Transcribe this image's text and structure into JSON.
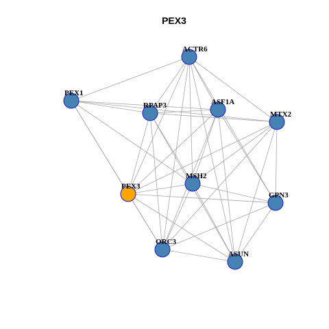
{
  "title": "PEX3",
  "colors": {
    "node_default": "#4682b4",
    "node_focus": "#ffa500",
    "node_border": "#1a1ac8",
    "edge": "#a6a6a6"
  },
  "nodes": [
    {
      "id": "ACTR6",
      "label": "ACTR6",
      "focus": false
    },
    {
      "id": "PEX1",
      "label": "PEX1",
      "focus": false
    },
    {
      "id": "RPAP3",
      "label": "RPAP3",
      "focus": false
    },
    {
      "id": "ASF1A",
      "label": "ASF1A",
      "focus": false
    },
    {
      "id": "MTX2",
      "label": "MTX2",
      "focus": false
    },
    {
      "id": "PEX3",
      "label": "PEX3",
      "focus": true
    },
    {
      "id": "MSH2",
      "label": "MSH2",
      "focus": false
    },
    {
      "id": "GPN3",
      "label": "GPN3",
      "focus": false
    },
    {
      "id": "ORC3",
      "label": "ORC3",
      "focus": false
    },
    {
      "id": "ASUN",
      "label": "ASUN",
      "focus": false
    }
  ],
  "edges": [
    [
      "ACTR6",
      "PEX1"
    ],
    [
      "ACTR6",
      "RPAP3"
    ],
    [
      "ACTR6",
      "ASF1A"
    ],
    [
      "ACTR6",
      "MTX2"
    ],
    [
      "ACTR6",
      "PEX3"
    ],
    [
      "ACTR6",
      "MSH2"
    ],
    [
      "ACTR6",
      "GPN3"
    ],
    [
      "ACTR6",
      "ORC3"
    ],
    [
      "ACTR6",
      "ASUN"
    ],
    [
      "PEX1",
      "RPAP3"
    ],
    [
      "PEX1",
      "ASF1A"
    ],
    [
      "PEX1",
      "MTX2"
    ],
    [
      "PEX1",
      "PEX3"
    ],
    [
      "PEX1",
      "MSH2"
    ],
    [
      "PEX1",
      "ORC3"
    ],
    [
      "RPAP3",
      "ASF1A"
    ],
    [
      "RPAP3",
      "MTX2"
    ],
    [
      "RPAP3",
      "PEX3"
    ],
    [
      "RPAP3",
      "MSH2"
    ],
    [
      "RPAP3",
      "ORC3"
    ],
    [
      "RPAP3",
      "ASUN"
    ],
    [
      "ASF1A",
      "PEX3"
    ],
    [
      "ASF1A",
      "MSH2"
    ],
    [
      "ASF1A",
      "GPN3"
    ],
    [
      "ASF1A",
      "ORC3"
    ],
    [
      "ASF1A",
      "ASUN"
    ],
    [
      "MTX2",
      "PEX3"
    ],
    [
      "MTX2",
      "MSH2"
    ],
    [
      "MTX2",
      "GPN3"
    ],
    [
      "MTX2",
      "ORC3"
    ],
    [
      "MTX2",
      "ASUN"
    ],
    [
      "PEX3",
      "MSH2"
    ],
    [
      "PEX3",
      "GPN3"
    ],
    [
      "PEX3",
      "ORC3"
    ],
    [
      "PEX3",
      "ASUN"
    ],
    [
      "MSH2",
      "GPN3"
    ],
    [
      "MSH2",
      "ORC3"
    ],
    [
      "MSH2",
      "ASUN"
    ],
    [
      "GPN3",
      "ORC3"
    ],
    [
      "GPN3",
      "ASUN"
    ],
    [
      "ORC3",
      "ASUN"
    ]
  ]
}
